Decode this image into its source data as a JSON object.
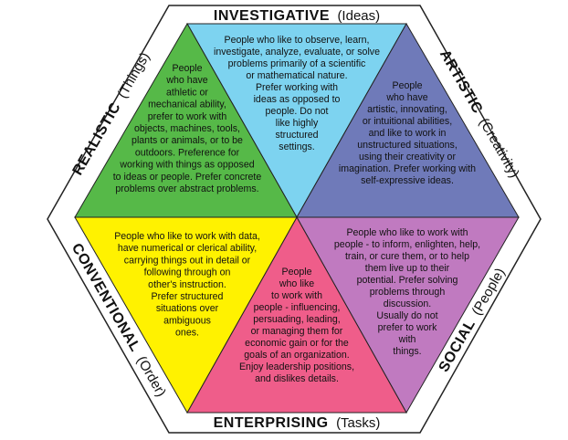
{
  "diagram": {
    "colors": {
      "investigative": "#7dd3f0",
      "artistic": "#6f7ab9",
      "social": "#c07ac0",
      "enterprising": "#ef5d8a",
      "conventional": "#fff200",
      "realistic": "#56b948",
      "outline": "#222222"
    },
    "labels": {
      "investigative": {
        "name": "INVESTIGATIVE",
        "paren": "(Ideas)"
      },
      "artistic": {
        "name": "ARTISTIC",
        "paren": "(Creativity)"
      },
      "social": {
        "name": "SOCIAL",
        "paren": "(People)"
      },
      "enterprising": {
        "name": "ENTERPRISING",
        "paren": "(Tasks)"
      },
      "conventional": {
        "name": "CONVENTIONAL",
        "paren": "(Order)"
      },
      "realistic": {
        "name": "REALISTIC",
        "paren": "(Things)"
      }
    },
    "descriptions": {
      "investigative": [
        "People who like to observe, learn,",
        "investigate, analyze, evaluate, or solve",
        "problems primarily of a scientific",
        "or mathematical nature.",
        "Prefer working with",
        "ideas as opposed to",
        "people. Do not",
        "like highly",
        "structured",
        "settings."
      ],
      "artistic": [
        "People",
        "who have",
        "artistic, innovating,",
        "or intuitional abilities,",
        "and like to work in",
        "unstructured situations,",
        "using their creativity or",
        "imagination. Prefer working with",
        "self-expressive ideas."
      ],
      "social": [
        "People who like to work with",
        "people - to inform, enlighten, help,",
        "train, or cure them, or to help",
        "them live up to their",
        "potential. Prefer solving",
        "problems through",
        "discussion.",
        "Usually do not",
        "prefer to work",
        "with",
        "things."
      ],
      "enterprising": [
        "People",
        "who like",
        "to work with",
        "people - influencing,",
        "persuading, leading,",
        "or managing them for",
        "economic gain or for the",
        "goals of an organization.",
        "Enjoy leadership positions,",
        "and dislikes details."
      ],
      "conventional": [
        "People who like to work with data,",
        "have numerical or clerical ability,",
        "carrying things out in detail or",
        "following through on",
        "other's instruction.",
        "Prefer structured",
        "situations over",
        "ambiguous",
        "ones."
      ],
      "realistic": [
        "People",
        "who have",
        "athletic or",
        "mechanical ability,",
        "prefer to work with",
        "objects, machines, tools,",
        "plants or animals, or to be",
        "outdoors. Preference for",
        "working with things as opposed",
        "to ideas or people. Prefer concrete",
        "problems over abstract problems."
      ]
    }
  }
}
